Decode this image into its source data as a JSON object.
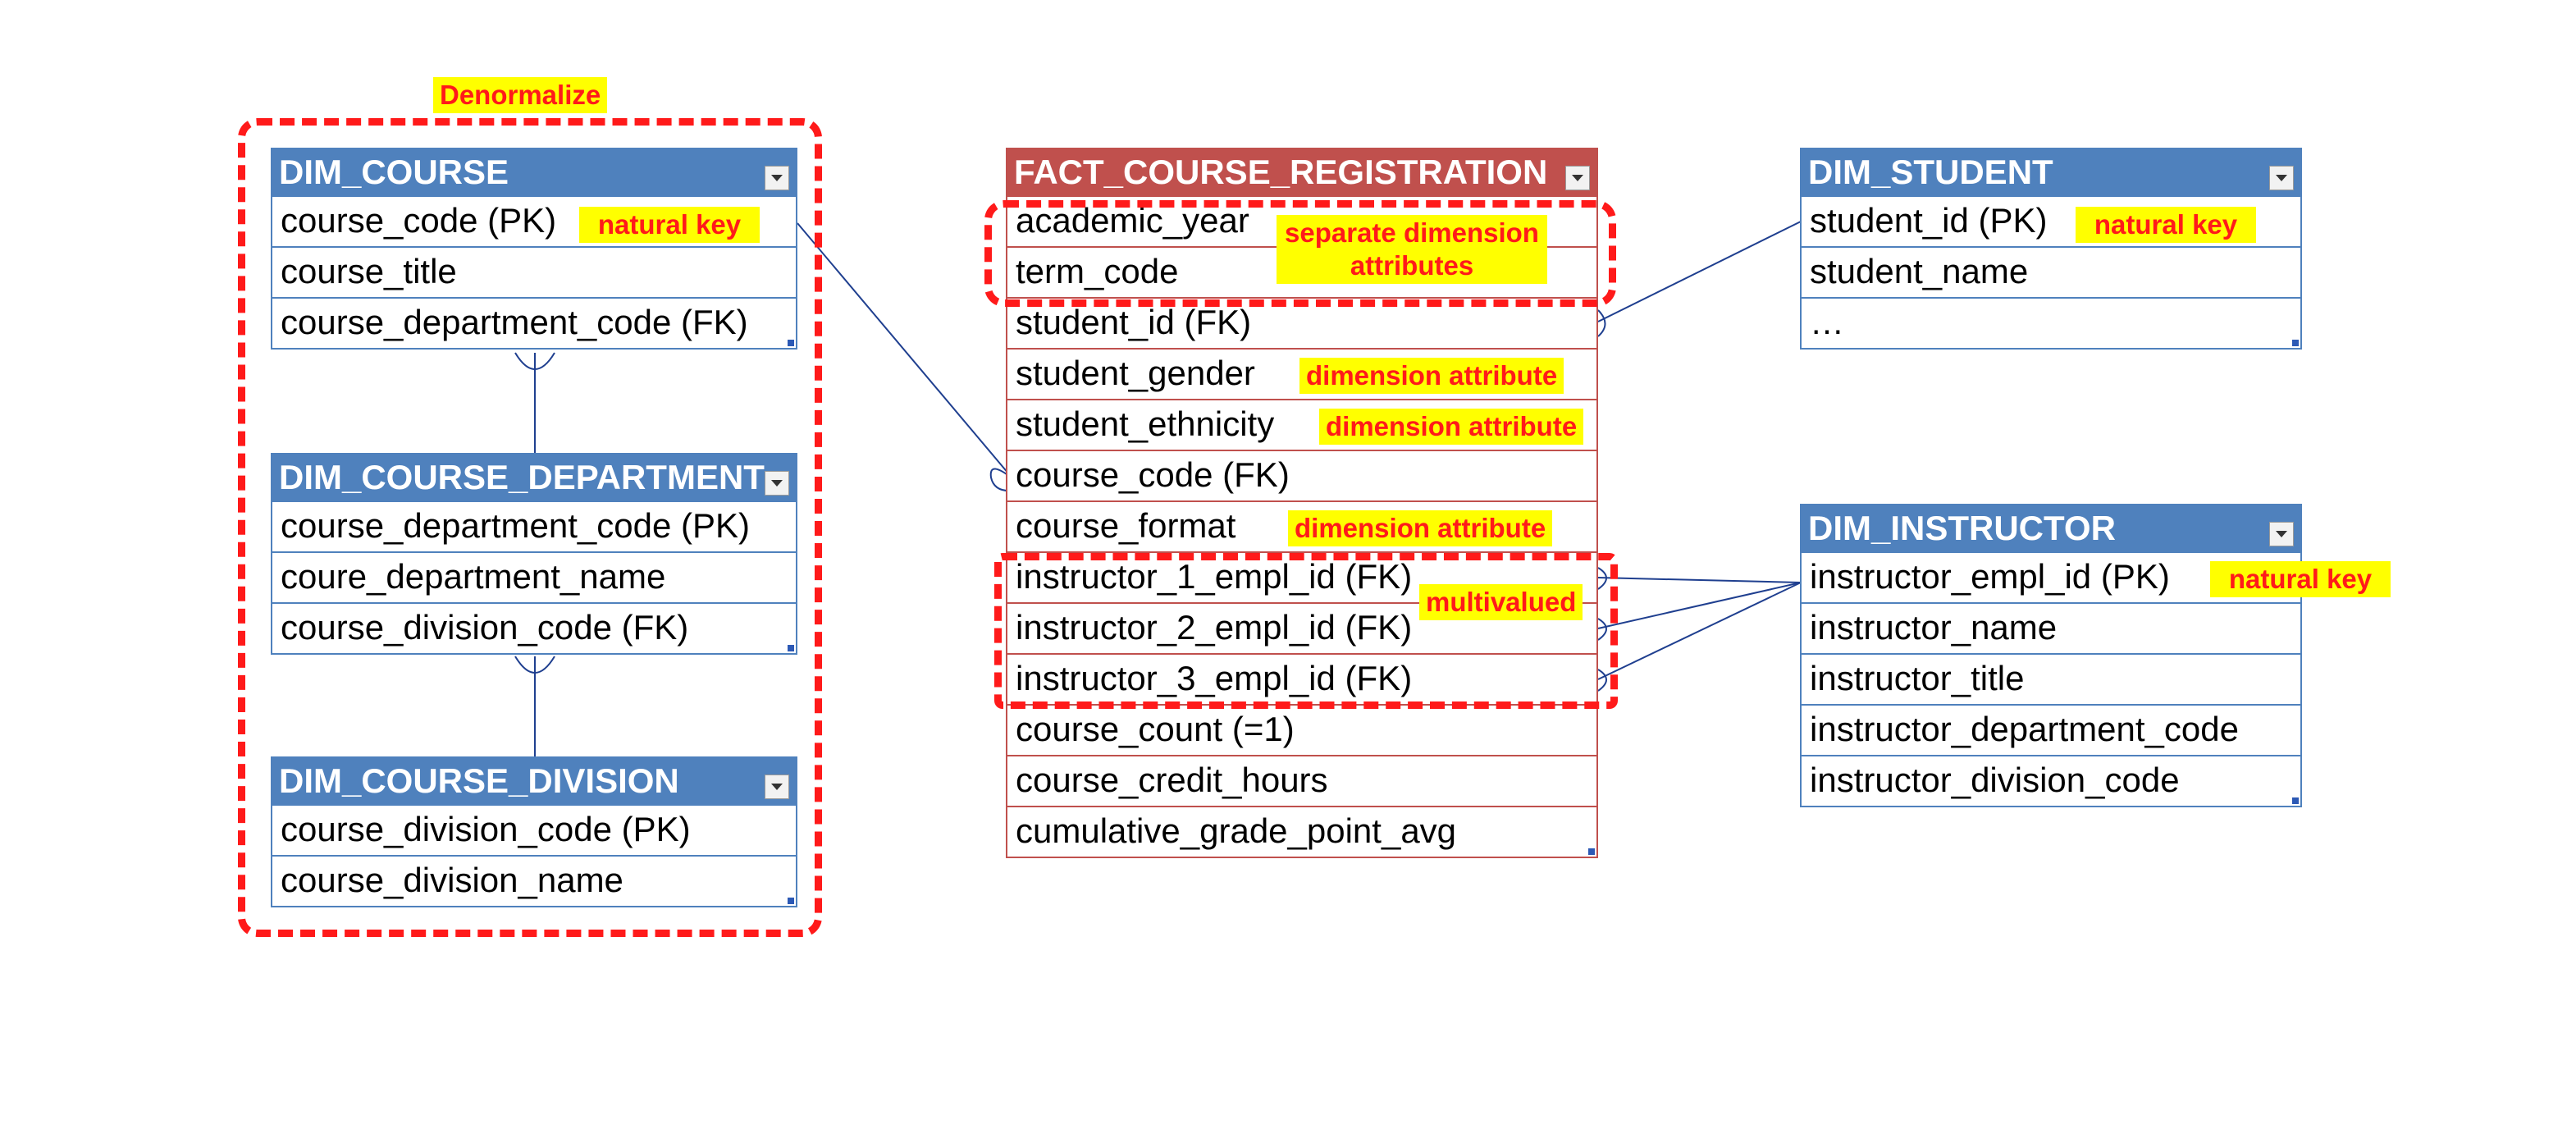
{
  "labels": {
    "denormalize": "Denormalize",
    "separate_dimension_attributes": "separate dimension attributes",
    "multivalued": "multivalued",
    "dimension_attribute": "dimension attribute",
    "natural_key": "natural key"
  },
  "tables": {
    "dim_course": {
      "title": "DIM_COURSE",
      "rows": [
        "course_code (PK)",
        "course_title",
        "course_department_code (FK)"
      ]
    },
    "dim_course_department": {
      "title": "DIM_COURSE_DEPARTMENT",
      "rows": [
        "course_department_code (PK)",
        "coure_department_name",
        "course_division_code (FK)"
      ]
    },
    "dim_course_division": {
      "title": "DIM_COURSE_DIVISION",
      "rows": [
        "course_division_code (PK)",
        "course_division_name"
      ]
    },
    "fact_course_registration": {
      "title": "FACT_COURSE_REGISTRATION",
      "rows": [
        "academic_year",
        "term_code",
        "student_id (FK)",
        "student_gender",
        "student_ethnicity",
        "course_code (FK)",
        "course_format",
        "instructor_1_empl_id (FK)",
        "instructor_2_empl_id (FK)",
        "instructor_3_empl_id (FK)",
        "course_count (=1)",
        "course_credit_hours",
        "cumulative_grade_point_avg"
      ]
    },
    "dim_student": {
      "title": "DIM_STUDENT",
      "rows": [
        "student_id (PK)",
        "student_name",
        "…"
      ]
    },
    "dim_instructor": {
      "title": "DIM_INSTRUCTOR",
      "rows": [
        "instructor_empl_id (PK)",
        "instructor_name",
        "instructor_title",
        "instructor_department_code",
        "instructor_division_code"
      ]
    }
  },
  "colors": {
    "dimension_header": "#4f81bd",
    "fact_header": "#c0504d",
    "annotation_text": "#ff1a1a",
    "annotation_highlight": "#ffff00",
    "relationship_line": "#1f3f8f"
  }
}
